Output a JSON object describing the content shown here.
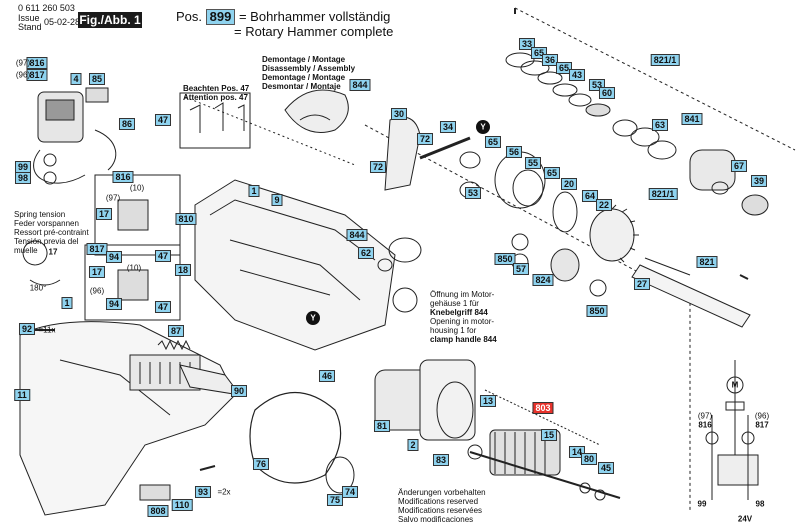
{
  "header": {
    "part_number": "0 611 260 503",
    "issue_label": "Issue",
    "stand_label": "Stand",
    "date": "05-02-28",
    "figure": "Fig./Abb. 1",
    "pos_prefix": "Pos.",
    "pos_number": "899",
    "title_de": "= Bohrhammer vollständig",
    "title_en": "= Rotary Hammer complete"
  },
  "notes": {
    "demontage": [
      "Demontage / Montage",
      "Disassembly / Assembly",
      "Demontage / Montage",
      "Desmontar / Montaje"
    ],
    "beachten": [
      "Beachten Pos. 47",
      "Attention pos. 47"
    ],
    "spring": [
      "Spring tension",
      "Feder vorspannen",
      "Ressort pré-contraint",
      "Tensión previa del",
      "muelle"
    ],
    "opening": [
      "Öffnung im Motor-",
      "gehäuse 1 für",
      "Knebelgriff 844",
      "Opening in motor-",
      "housing 1 for",
      "clamp handle 844"
    ],
    "footer": [
      "Änderungen vorbehalten",
      "Modifications reserved",
      "Modifications reservées",
      "Salvo modificaciones"
    ]
  },
  "labels": [
    {
      "id": "816a",
      "text": "816"
    },
    {
      "id": "817a",
      "text": "817"
    },
    {
      "id": "4",
      "text": "4"
    },
    {
      "id": "85",
      "text": "85"
    },
    {
      "id": "86",
      "text": "86"
    },
    {
      "id": "99",
      "text": "99"
    },
    {
      "id": "98",
      "text": "98"
    },
    {
      "id": "47a",
      "text": "47"
    },
    {
      "id": "844a",
      "text": "844"
    },
    {
      "id": "30",
      "text": "30"
    },
    {
      "id": "72a",
      "text": "72"
    },
    {
      "id": "72b",
      "text": "72"
    },
    {
      "id": "34",
      "text": "34"
    },
    {
      "id": "65a",
      "text": "65"
    },
    {
      "id": "53a",
      "text": "53"
    },
    {
      "id": "56",
      "text": "56"
    },
    {
      "id": "55",
      "text": "55"
    },
    {
      "id": "65b",
      "text": "65"
    },
    {
      "id": "20",
      "text": "20"
    },
    {
      "id": "64",
      "text": "64"
    },
    {
      "id": "22",
      "text": "22"
    },
    {
      "id": "33",
      "text": "33"
    },
    {
      "id": "65c",
      "text": "65"
    },
    {
      "id": "36",
      "text": "36"
    },
    {
      "id": "65d",
      "text": "65"
    },
    {
      "id": "43",
      "text": "43"
    },
    {
      "id": "53b",
      "text": "53"
    },
    {
      "id": "60",
      "text": "60"
    },
    {
      "id": "821a",
      "text": "821/1"
    },
    {
      "id": "63",
      "text": "63"
    },
    {
      "id": "841",
      "text": "841"
    },
    {
      "id": "67",
      "text": "67"
    },
    {
      "id": "39",
      "text": "39"
    },
    {
      "id": "821b",
      "text": "821/1"
    },
    {
      "id": "821c",
      "text": "821"
    },
    {
      "id": "816b",
      "text": "816"
    },
    {
      "id": "17a",
      "text": "17"
    },
    {
      "id": "810",
      "text": "810"
    },
    {
      "id": "1a",
      "text": "1"
    },
    {
      "id": "9",
      "text": "9"
    },
    {
      "id": "844b",
      "text": "844"
    },
    {
      "id": "62",
      "text": "62"
    },
    {
      "id": "850a",
      "text": "850"
    },
    {
      "id": "57",
      "text": "57"
    },
    {
      "id": "824",
      "text": "824"
    },
    {
      "id": "27",
      "text": "27"
    },
    {
      "id": "850b",
      "text": "850"
    },
    {
      "id": "817b",
      "text": "817"
    },
    {
      "id": "17b",
      "text": "17"
    },
    {
      "id": "94a",
      "text": "94"
    },
    {
      "id": "47b",
      "text": "47"
    },
    {
      "id": "18",
      "text": "18"
    },
    {
      "id": "94b",
      "text": "94"
    },
    {
      "id": "47c",
      "text": "47"
    },
    {
      "id": "1b",
      "text": "1"
    },
    {
      "id": "92",
      "text": "92"
    },
    {
      "id": "87",
      "text": "87"
    },
    {
      "id": "46",
      "text": "46"
    },
    {
      "id": "90",
      "text": "90"
    },
    {
      "id": "11",
      "text": "11"
    },
    {
      "id": "81",
      "text": "81"
    },
    {
      "id": "2",
      "text": "2"
    },
    {
      "id": "83",
      "text": "83"
    },
    {
      "id": "13",
      "text": "13"
    },
    {
      "id": "803",
      "text": "803"
    },
    {
      "id": "15",
      "text": "15"
    },
    {
      "id": "14",
      "text": "14"
    },
    {
      "id": "80",
      "text": "80"
    },
    {
      "id": "45",
      "text": "45"
    },
    {
      "id": "76",
      "text": "76"
    },
    {
      "id": "74",
      "text": "74"
    },
    {
      "id": "75",
      "text": "75"
    },
    {
      "id": "110",
      "text": "110"
    },
    {
      "id": "808",
      "text": "808"
    },
    {
      "id": "93",
      "text": "93"
    }
  ],
  "plain_text": {
    "p97a": "(97)",
    "p96a": "(96)",
    "p10a": "(10)",
    "p97b": "(97)",
    "p96b": "(96)",
    "p10b": "(10)",
    "x11": "=11x",
    "x2": "=2x",
    "n17": "17",
    "n180": "180°",
    "p97c": "(97)",
    "p96c": "(96)",
    "n816c": "816",
    "n817c": "817",
    "n99c": "99",
    "n98c": "98",
    "v24": "24V",
    "y1": "Y",
    "y2": "Y",
    "mM": "M"
  },
  "colors": {
    "label_bg": "#8fd3ef",
    "highlight": "#e8322b",
    "fig_bg": "#1a1a1a"
  }
}
